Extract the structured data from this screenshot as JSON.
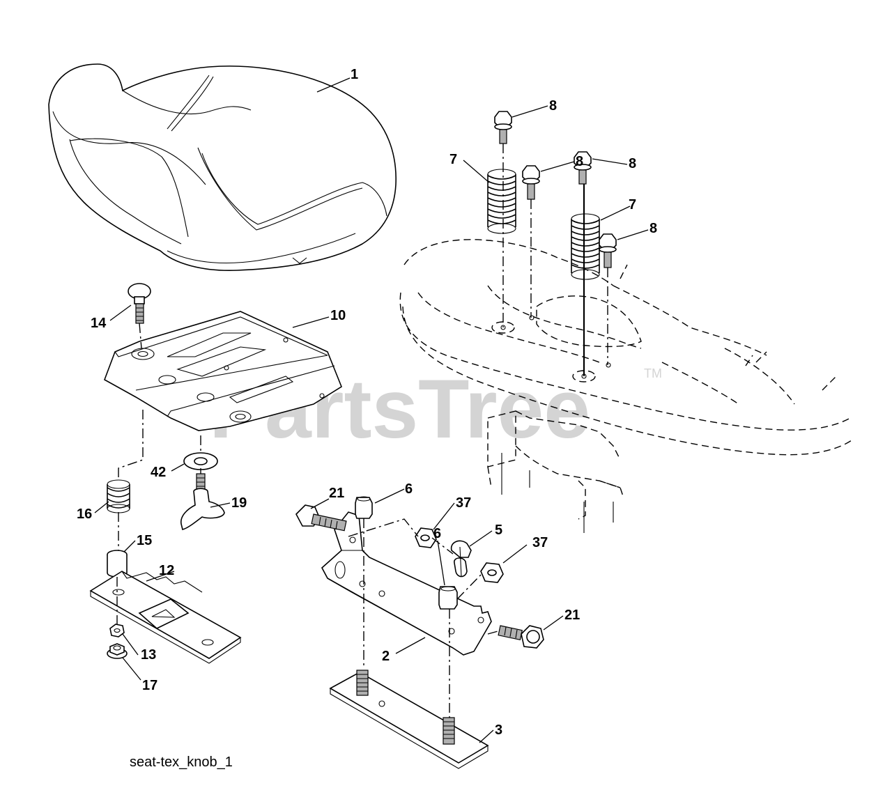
{
  "watermark": {
    "text": "PartsTree",
    "trademark": "TM"
  },
  "caption": "seat-tex_knob_1",
  "callouts": [
    {
      "id": "c1",
      "text": "1"
    },
    {
      "id": "c8a",
      "text": "8"
    },
    {
      "id": "c8b",
      "text": "8"
    },
    {
      "id": "c8c",
      "text": "8"
    },
    {
      "id": "c8d",
      "text": "8"
    },
    {
      "id": "c7a",
      "text": "7"
    },
    {
      "id": "c7b",
      "text": "7"
    },
    {
      "id": "c14",
      "text": "14"
    },
    {
      "id": "c10",
      "text": "10"
    },
    {
      "id": "c42",
      "text": "42"
    },
    {
      "id": "c19",
      "text": "19"
    },
    {
      "id": "c16",
      "text": "16"
    },
    {
      "id": "c15",
      "text": "15"
    },
    {
      "id": "c12",
      "text": "12"
    },
    {
      "id": "c13",
      "text": "13"
    },
    {
      "id": "c17",
      "text": "17"
    },
    {
      "id": "c21a",
      "text": "21"
    },
    {
      "id": "c6a",
      "text": "6"
    },
    {
      "id": "c37a",
      "text": "37"
    },
    {
      "id": "c5",
      "text": "5"
    },
    {
      "id": "c6b",
      "text": "6"
    },
    {
      "id": "c37b",
      "text": "37"
    },
    {
      "id": "c21b",
      "text": "21"
    },
    {
      "id": "c2",
      "text": "2"
    },
    {
      "id": "c3",
      "text": "3"
    }
  ]
}
